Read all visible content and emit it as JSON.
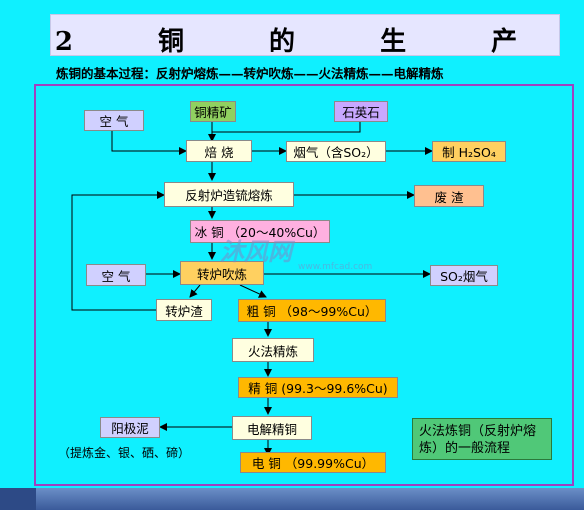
{
  "title": "2    铜    的    生    产",
  "subtitle": "炼铜的基本过程：反射炉熔炼——转炉吹炼——火法精炼——电解精炼",
  "nodes": {
    "copper_concentrate": "铜精矿",
    "quartz": "石英石",
    "air1": "空  气",
    "roasting": "焙    烧",
    "flue_gas": "烟气（含SO₂）",
    "h2so4": "制 H₂SO₄",
    "reverb_smelt": "反射炉造锍熔炼",
    "slag": "废    渣",
    "matte": "冰    铜 （20～40%Cu）",
    "air2": "空    气",
    "converter": "转炉吹炼",
    "so2_gas": "SO₂烟气",
    "converter_slag": "转炉渣",
    "blister": "粗   铜   （98～99%Cu）",
    "fire_refining": "火法精炼",
    "refined": "精    铜   (99.3～99.6%Cu)",
    "electro_refining": "电解精铜",
    "anode_mud": "阳极泥",
    "anode_extract": "（提炼金、银、硒、碲）",
    "electro_copper": "电    铜    （99.99%Cu）"
  },
  "note": "火法炼铜（反射炉熔炼）的一般流程",
  "watermark": "沐风网",
  "watermark_url": "www.mfcad.com"
}
